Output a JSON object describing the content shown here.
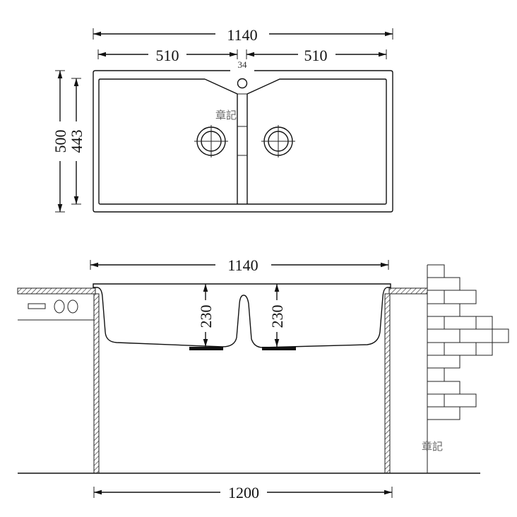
{
  "top_view": {
    "overall_width": "1140",
    "left_bowl_width": "510",
    "right_bowl_width": "510",
    "divider_width": "34",
    "overall_depth": "500",
    "bowl_depth": "443",
    "watermark": "章記"
  },
  "side_view": {
    "sink_width": "1140",
    "left_bowl_depth": "230",
    "right_bowl_depth": "230",
    "cabinet_width": "1200",
    "watermark": "章記"
  }
}
